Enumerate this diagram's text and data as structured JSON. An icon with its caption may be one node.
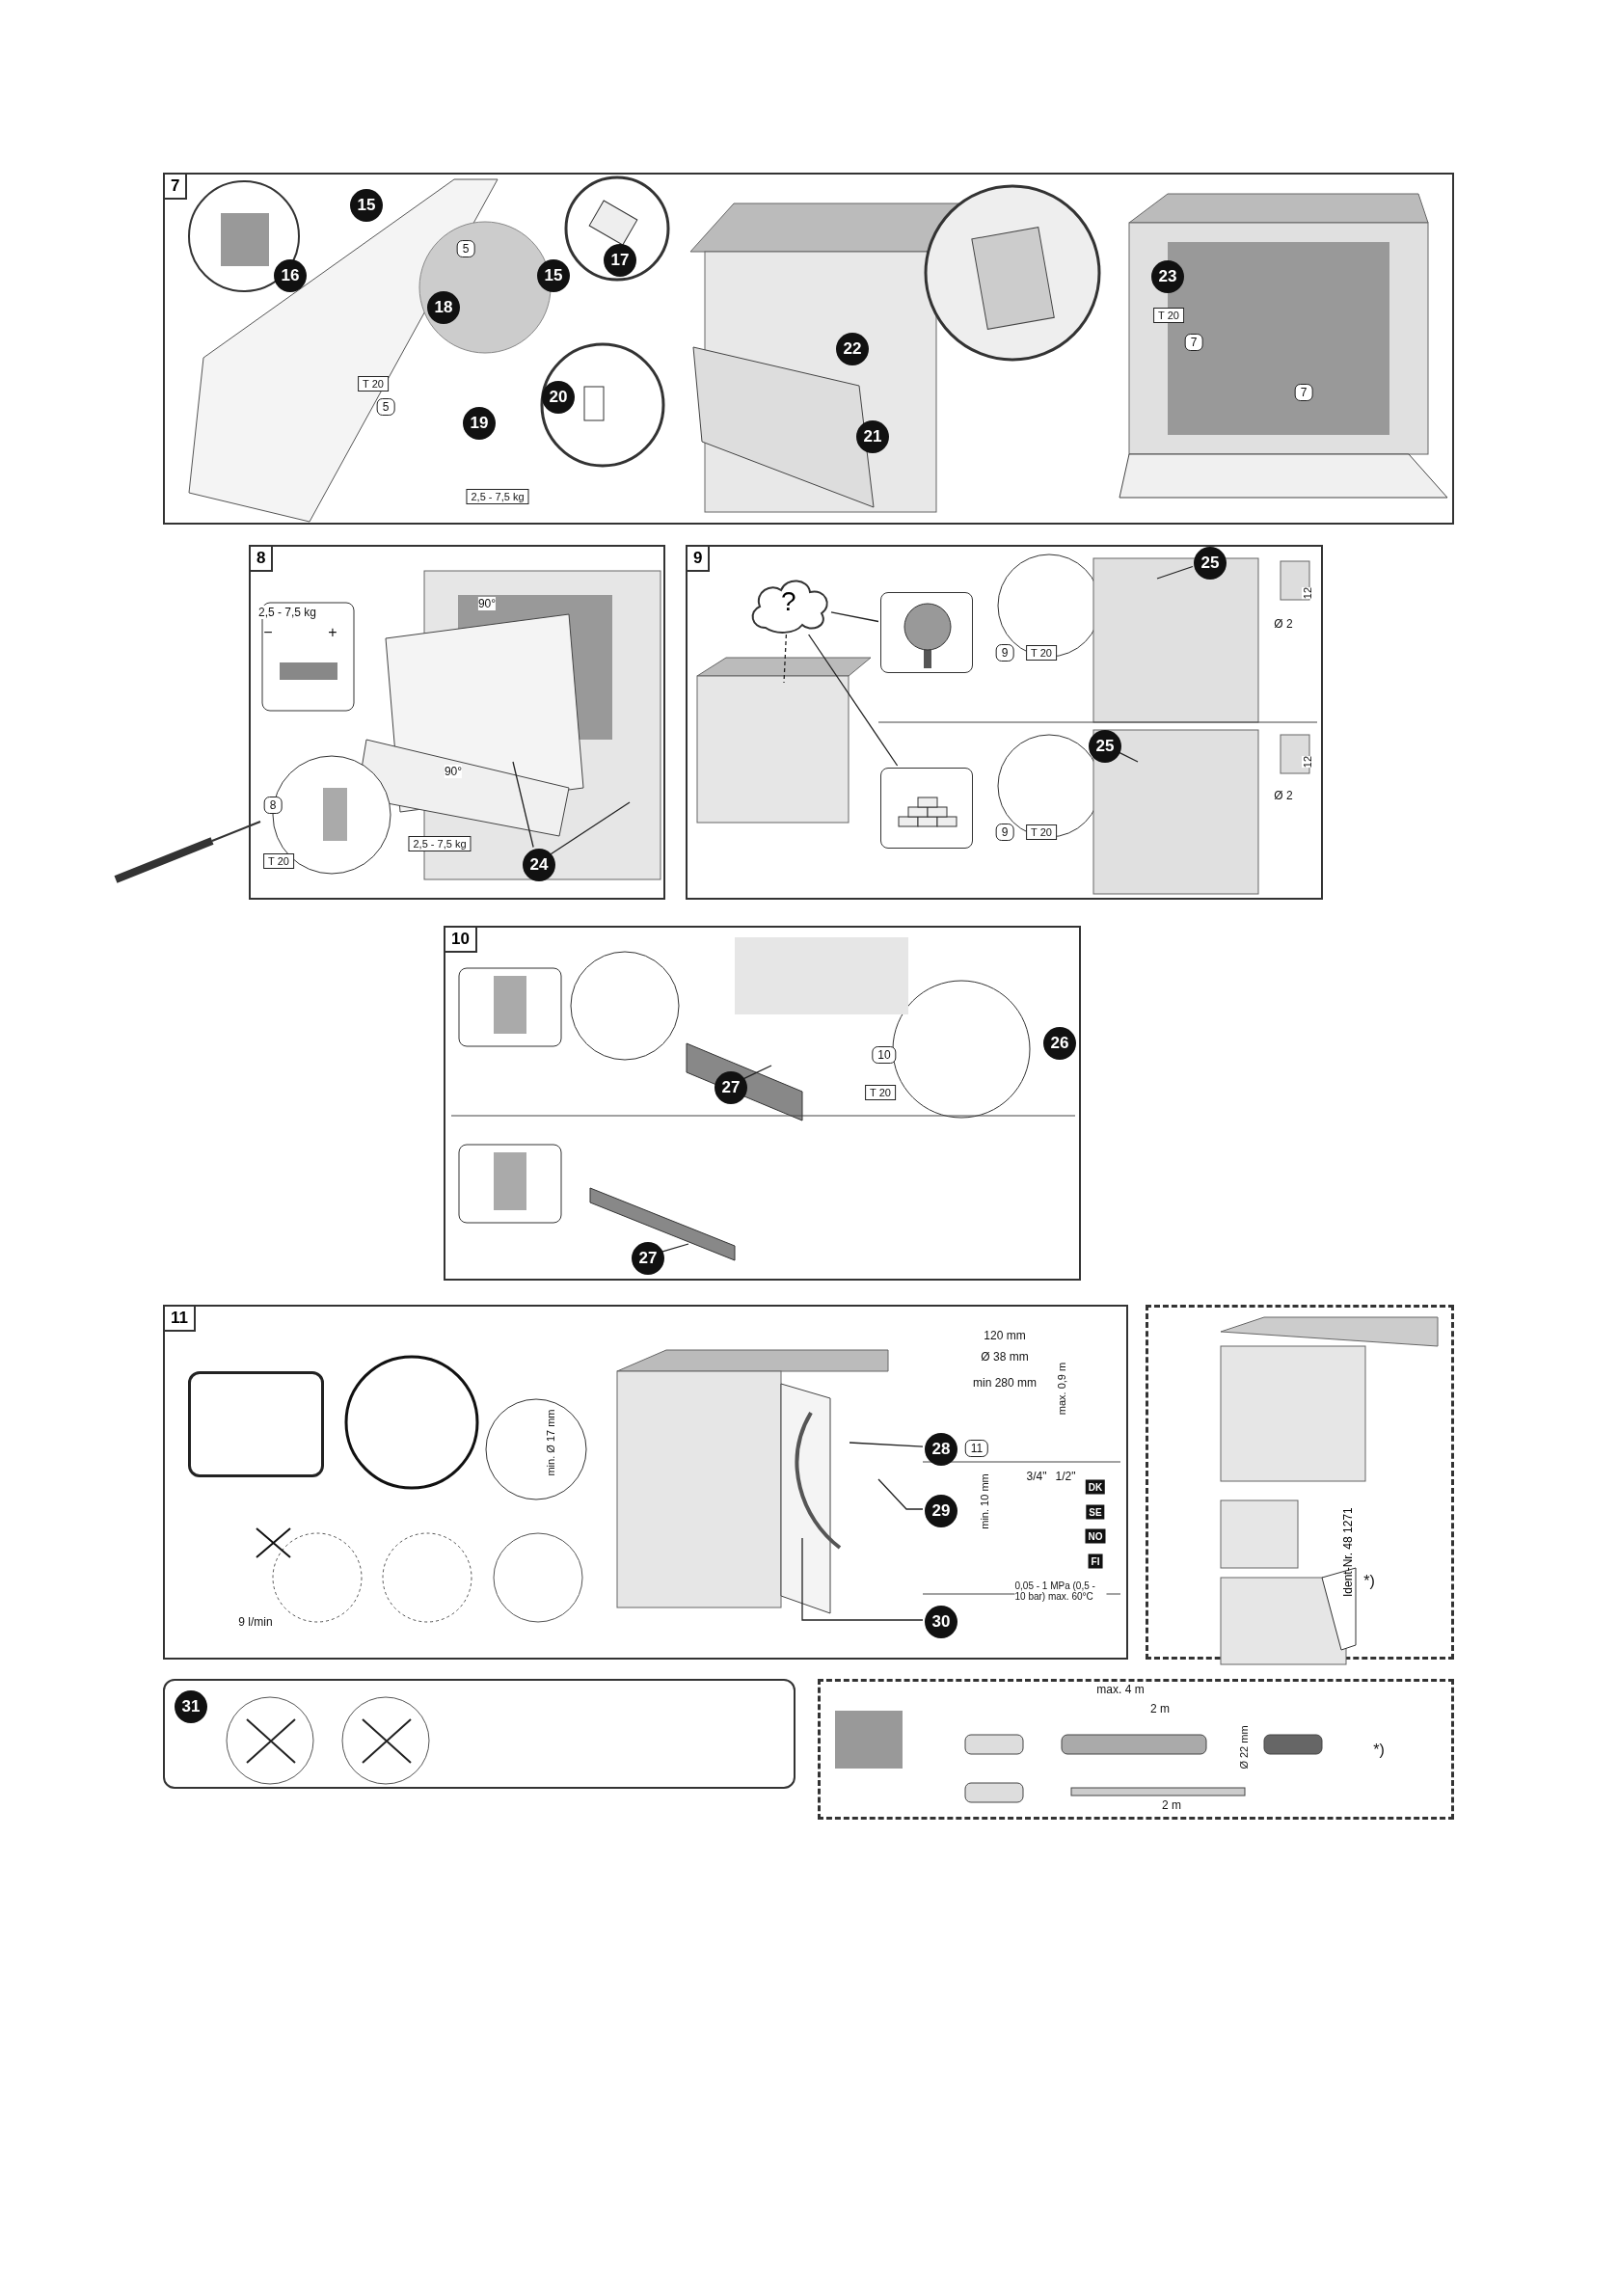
{
  "diagram": {
    "nodes": [
      {
        "text": [
          "7"
        ]
      },
      {
        "text": [
          "8"
        ]
      },
      {
        "text": [
          "9"
        ]
      },
      {
        "text": [
          "10"
        ]
      },
      {
        "text": [
          "11"
        ]
      },
      {
        "text": [
          "Ident-Nr. 48 1271"
        ]
      },
      {
        "text": [
          "31"
        ]
      },
      {
        "text": [],
        "shape": "box"
      },
      {
        "text": [
          "24"
        ],
        "in": 1
      },
      {
        "text": [
          "?"
        ],
        "in": 2
      },
      {
        "text": [],
        "shape": "picture",
        "in": 2
      },
      {
        "text": [],
        "shape": "picture",
        "in": 2
      },
      {
        "text": [
          "27"
        ],
        "in": 3
      },
      {
        "text": [],
        "shape": "box",
        "in": 4
      },
      {
        "text": [
          "28"
        ],
        "in": 4
      },
      {
        "text": [
          "29"
        ],
        "in": 4
      },
      {
        "text": [
          "30"
        ],
        "in": 4
      },
      {
        "text": [
          "25"
        ],
        "in": 2
      },
      {
        "text": [
          "25"
        ],
        "in": 2
      },
      {
        "text": [
          "26"
        ],
        "in": 3
      },
      {
        "text": [
          "27"
        ],
        "in": 3
      }
    ],
    "edges": [
      {
        "from": 8,
        "to": null,
        "arrow": "none"
      },
      {
        "from": 8,
        "to": null,
        "arrow": "none"
      },
      {
        "from": 9,
        "to": 10,
        "arrow": "none"
      },
      {
        "from": 9,
        "to": 11,
        "arrow": "none"
      },
      {
        "from": 9,
        "to": null,
        "arrow": "none",
        "style": "dashed"
      },
      {
        "from": 12,
        "to": null,
        "arrow": "none"
      },
      {
        "from": 14,
        "to": null,
        "arrow": "none"
      },
      {
        "from": 15,
        "to": null,
        "arrow": "none"
      },
      {
        "from": 16,
        "to": null,
        "arrow": "none"
      },
      {
        "from": 17,
        "to": null,
        "arrow": "none"
      },
      {
        "from": 18,
        "to": null,
        "arrow": "none"
      },
      {
        "from": 20,
        "to": null,
        "arrow": "none"
      }
    ],
    "labels": [
      "15",
      "16",
      "5",
      "15",
      "17",
      "18",
      "19",
      "20",
      "21",
      "22",
      "23",
      "T 20",
      "5",
      "7",
      "T 20",
      "7",
      "2,5 - 7,5 kg",
      "2,5 - 7,5 kg",
      "−",
      "+",
      "90°",
      "90°",
      "8",
      "T 20",
      "2,5 - 7,5 kg",
      "9",
      "T 20",
      "12",
      "Ø 2",
      "9",
      "T 20",
      "12",
      "Ø 2",
      "10",
      "T 20",
      "min. Ø 17 mm",
      "9 l/min",
      "120 mm",
      "Ø 38 mm",
      "min 280 mm",
      "max. 0,9 m",
      "11",
      "3/4\"",
      "1/2\"",
      "min. 10 mm",
      "DK",
      "SE",
      "NO",
      "FI",
      "0,05 - 1 MPa (0,5 - 10 bar) max. 60°C",
      "*)",
      "max. 4 m",
      "2 m",
      "Ø 22 mm",
      "2 m",
      "*)"
    ]
  }
}
